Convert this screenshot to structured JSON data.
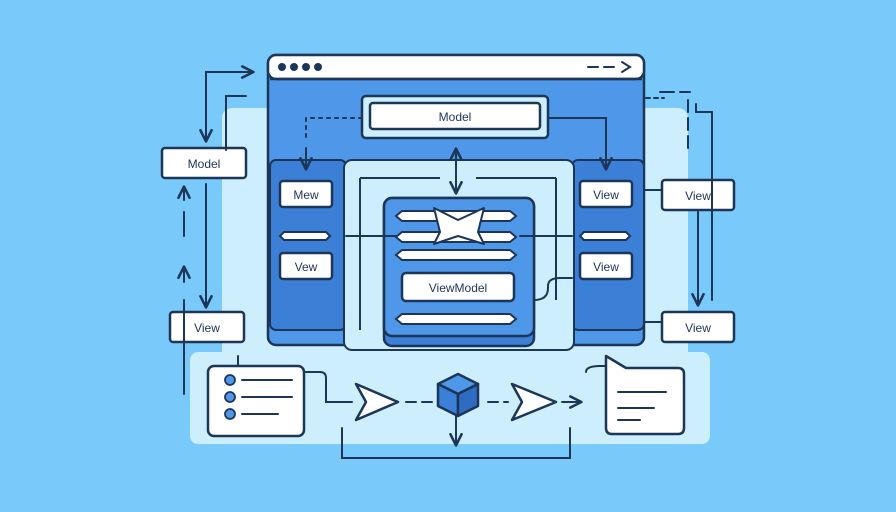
{
  "colors": {
    "background": "#79c9fb",
    "panel_light": "#cdeefc",
    "panel_blue": "#4f97e8",
    "panel_blue_dark": "#3b7fd6",
    "stroke": "#1d3557",
    "box_fill": "#ffffff"
  },
  "diagram": {
    "model_top": "Model",
    "model_left": "Model",
    "view_inner_left_top": "Mew",
    "view_inner_left_bottom": "Vew",
    "view_inner_right_top": "View",
    "view_inner_right_bottom": "View",
    "view_outer_right_top": "View",
    "view_outer_right_bottom": "View",
    "view_outer_left_bottom": "View",
    "viewmodel": "ViewModel"
  },
  "icons": [
    "window-dots-icon",
    "cube-icon",
    "play-arrow-icon",
    "speech-bubble-icon",
    "list-icon"
  ]
}
